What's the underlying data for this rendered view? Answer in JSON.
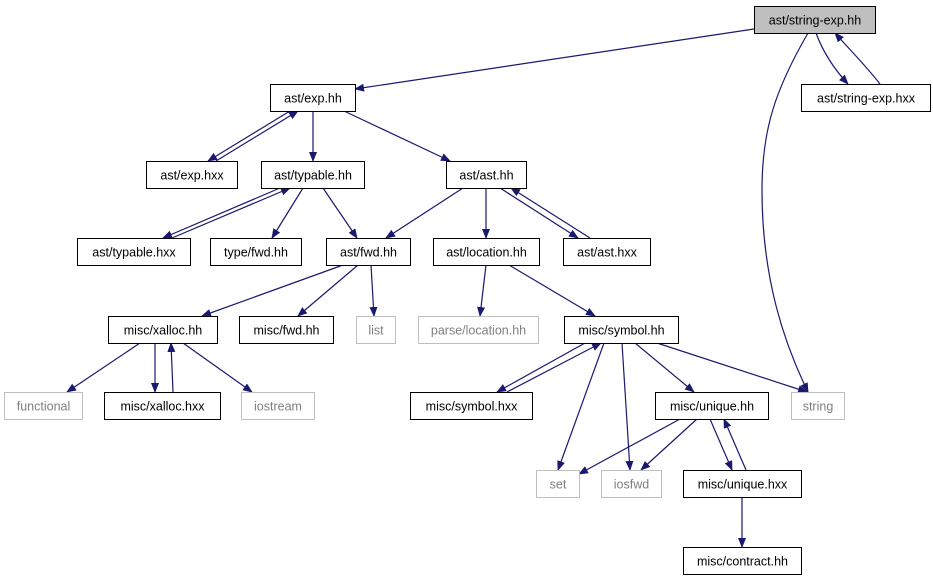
{
  "colors": {
    "edge": "#191970",
    "border": "#000000",
    "external_border": "#bfbfbf",
    "external_text": "#7f7f7f",
    "highlight_fill": "#bfbfbf",
    "text": "#000000"
  },
  "nodes": {
    "string_exp_hh": {
      "label": "ast/string-exp.hh",
      "kind": "current"
    },
    "exp_hh": {
      "label": "ast/exp.hh",
      "kind": "header"
    },
    "string_exp_hxx": {
      "label": "ast/string-exp.hxx",
      "kind": "header"
    },
    "exp_hxx": {
      "label": "ast/exp.hxx",
      "kind": "header"
    },
    "typable_hh": {
      "label": "ast/typable.hh",
      "kind": "header"
    },
    "ast_hh": {
      "label": "ast/ast.hh",
      "kind": "header"
    },
    "typable_hxx": {
      "label": "ast/typable.hxx",
      "kind": "header"
    },
    "type_fwd_hh": {
      "label": "type/fwd.hh",
      "kind": "header"
    },
    "ast_fwd_hh": {
      "label": "ast/fwd.hh",
      "kind": "header"
    },
    "location_hh": {
      "label": "ast/location.hh",
      "kind": "header"
    },
    "ast_hxx": {
      "label": "ast/ast.hxx",
      "kind": "header"
    },
    "xalloc_hh": {
      "label": "misc/xalloc.hh",
      "kind": "header"
    },
    "misc_fwd_hh": {
      "label": "misc/fwd.hh",
      "kind": "header"
    },
    "list": {
      "label": "list",
      "kind": "external"
    },
    "parse_location_hh": {
      "label": "parse/location.hh",
      "kind": "external"
    },
    "symbol_hh": {
      "label": "misc/symbol.hh",
      "kind": "header"
    },
    "functional": {
      "label": "functional",
      "kind": "external"
    },
    "xalloc_hxx": {
      "label": "misc/xalloc.hxx",
      "kind": "header"
    },
    "iostream": {
      "label": "iostream",
      "kind": "external"
    },
    "symbol_hxx": {
      "label": "misc/symbol.hxx",
      "kind": "header"
    },
    "unique_hh": {
      "label": "misc/unique.hh",
      "kind": "header"
    },
    "string": {
      "label": "string",
      "kind": "external"
    },
    "set": {
      "label": "set",
      "kind": "external"
    },
    "iosfwd": {
      "label": "iosfwd",
      "kind": "external"
    },
    "unique_hxx": {
      "label": "misc/unique.hxx",
      "kind": "header"
    },
    "contract_hh": {
      "label": "misc/contract.hh",
      "kind": "header"
    }
  },
  "edges": [
    [
      "string_exp_hh",
      "exp_hh"
    ],
    [
      "string_exp_hh",
      "string_exp_hxx"
    ],
    [
      "string_exp_hxx",
      "string_exp_hh"
    ],
    [
      "string_exp_hh",
      "string"
    ],
    [
      "exp_hh",
      "exp_hxx"
    ],
    [
      "exp_hxx",
      "exp_hh"
    ],
    [
      "exp_hh",
      "typable_hh"
    ],
    [
      "exp_hh",
      "ast_hh"
    ],
    [
      "typable_hh",
      "typable_hxx"
    ],
    [
      "typable_hxx",
      "typable_hh"
    ],
    [
      "typable_hh",
      "type_fwd_hh"
    ],
    [
      "typable_hh",
      "ast_fwd_hh"
    ],
    [
      "ast_hh",
      "ast_fwd_hh"
    ],
    [
      "ast_hh",
      "location_hh"
    ],
    [
      "ast_hh",
      "ast_hxx"
    ],
    [
      "ast_hxx",
      "ast_hh"
    ],
    [
      "ast_fwd_hh",
      "xalloc_hh"
    ],
    [
      "ast_fwd_hh",
      "misc_fwd_hh"
    ],
    [
      "ast_fwd_hh",
      "list"
    ],
    [
      "location_hh",
      "parse_location_hh"
    ],
    [
      "location_hh",
      "symbol_hh"
    ],
    [
      "xalloc_hh",
      "functional"
    ],
    [
      "xalloc_hh",
      "xalloc_hxx"
    ],
    [
      "xalloc_hxx",
      "xalloc_hh"
    ],
    [
      "xalloc_hh",
      "iostream"
    ],
    [
      "symbol_hh",
      "symbol_hxx"
    ],
    [
      "symbol_hxx",
      "symbol_hh"
    ],
    [
      "symbol_hh",
      "unique_hh"
    ],
    [
      "symbol_hh",
      "string"
    ],
    [
      "symbol_hh",
      "set"
    ],
    [
      "symbol_hh",
      "iosfwd"
    ],
    [
      "unique_hh",
      "set"
    ],
    [
      "unique_hh",
      "iosfwd"
    ],
    [
      "unique_hh",
      "unique_hxx"
    ],
    [
      "unique_hxx",
      "unique_hh"
    ],
    [
      "unique_hxx",
      "contract_hh"
    ]
  ]
}
